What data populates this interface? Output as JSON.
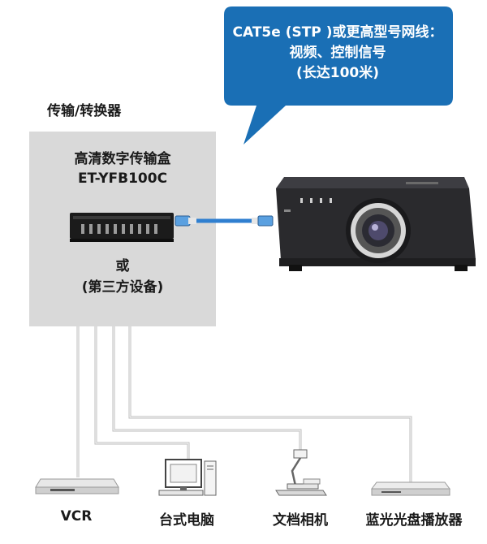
{
  "callout": {
    "line1": "CAT5e (STP )或更高型号网线：",
    "line2": "视频、控制信号",
    "line3": "(长达100米)"
  },
  "converter_section_label": "传输/转换器",
  "converter_box": {
    "title_line1": "高清数字传输盒",
    "title_line2": "ET-YFB100C",
    "or_text": "或",
    "third_party": "(第三方设备)"
  },
  "devices": [
    {
      "label": "VCR",
      "icon": "vcr-icon"
    },
    {
      "label": "台式电脑",
      "icon": "desktop-computer-icon"
    },
    {
      "label": "文档相机",
      "icon": "document-camera-icon"
    },
    {
      "label": "蓝光光盘播放器",
      "icon": "bluray-player-icon"
    }
  ],
  "colors": {
    "callout_blue": "#1a6fb5",
    "box_gray": "#d9d9d9",
    "cable_blue": "#2f7fd0",
    "wire_gray": "#bdbdbd"
  }
}
